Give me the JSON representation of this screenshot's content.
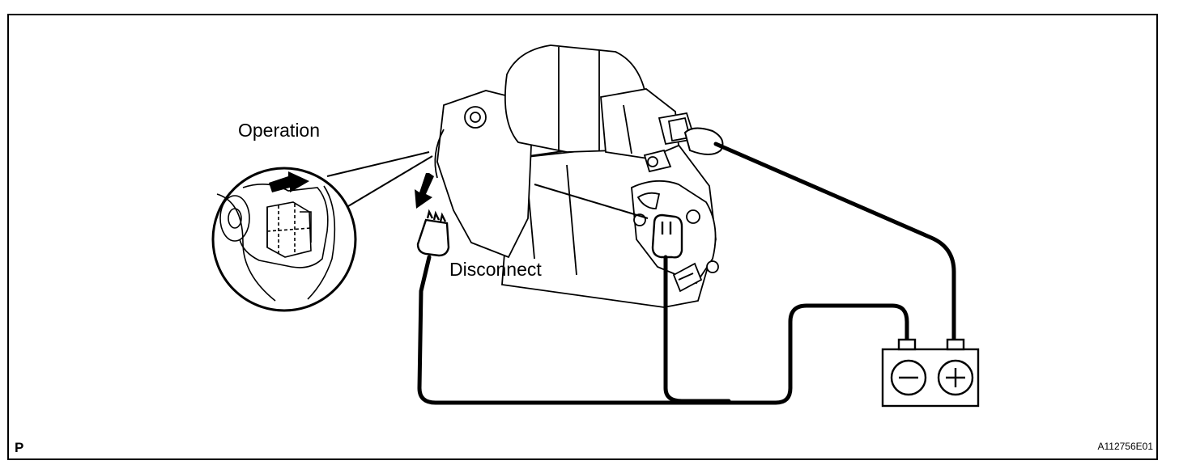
{
  "labels": {
    "operation": "Operation",
    "disconnect": "Disconnect",
    "page_marker": "P",
    "figure_code": "A112756E01"
  },
  "battery": {
    "negative_symbol": "−",
    "positive_symbol": "+"
  },
  "colors": {
    "line": "#000000",
    "background": "#ffffff"
  }
}
